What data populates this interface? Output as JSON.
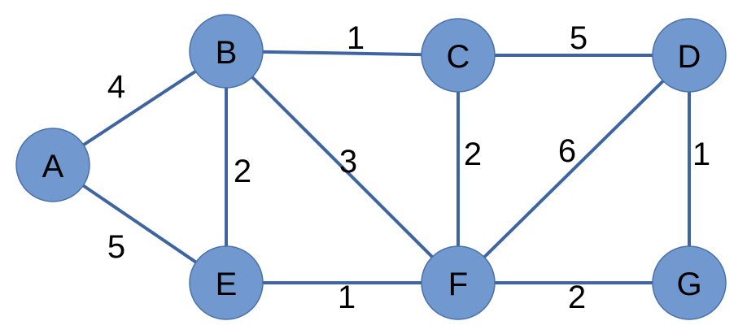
{
  "graph": {
    "nodes": [
      {
        "id": "A",
        "label": "A"
      },
      {
        "id": "B",
        "label": "B"
      },
      {
        "id": "C",
        "label": "C"
      },
      {
        "id": "D",
        "label": "D"
      },
      {
        "id": "E",
        "label": "E"
      },
      {
        "id": "F",
        "label": "F"
      },
      {
        "id": "G",
        "label": "G"
      }
    ],
    "edges": [
      {
        "from": "A",
        "to": "B",
        "weight": "4"
      },
      {
        "from": "A",
        "to": "E",
        "weight": "5"
      },
      {
        "from": "B",
        "to": "C",
        "weight": "1"
      },
      {
        "from": "B",
        "to": "E",
        "weight": "2"
      },
      {
        "from": "B",
        "to": "F",
        "weight": "3"
      },
      {
        "from": "C",
        "to": "D",
        "weight": "5"
      },
      {
        "from": "C",
        "to": "F",
        "weight": "2"
      },
      {
        "from": "D",
        "to": "F",
        "weight": "6"
      },
      {
        "from": "D",
        "to": "G",
        "weight": "1"
      },
      {
        "from": "E",
        "to": "F",
        "weight": "1"
      },
      {
        "from": "F",
        "to": "G",
        "weight": "2"
      }
    ]
  },
  "colors": {
    "node_fill": "#7199cf",
    "node_stroke": "#4a72a8",
    "edge": "#3e65a0",
    "text": "#000000"
  }
}
